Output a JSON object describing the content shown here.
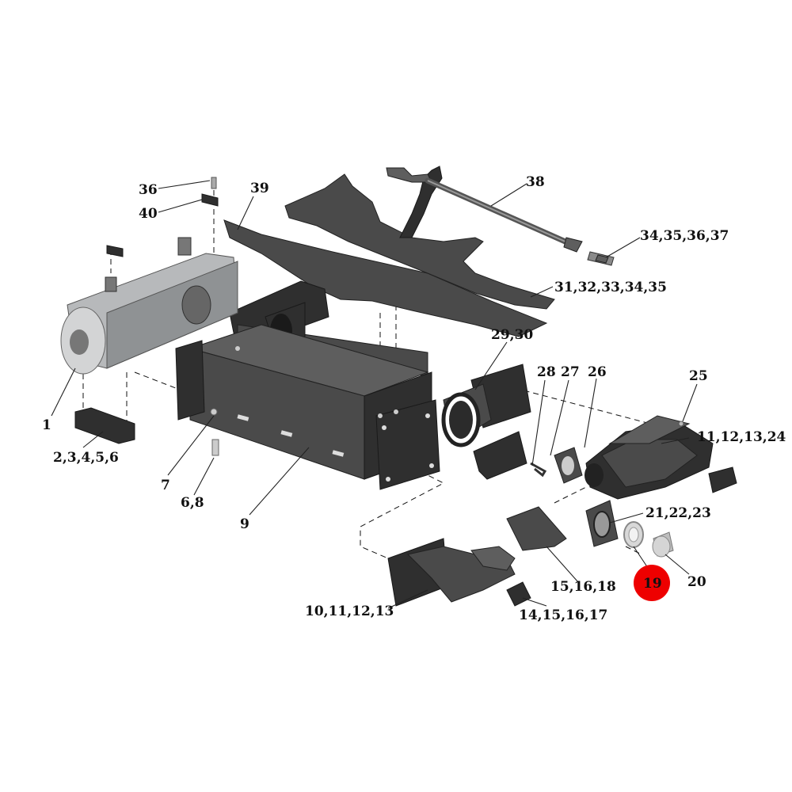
{
  "labels": {
    "l1": "1",
    "l2": "2,3,4,5,6",
    "l6": "6,8",
    "l7": "7",
    "l9": "9",
    "l10": "10,11,12,13",
    "l11": "11,12,13,24",
    "l14": "14,15,16,17",
    "l15": "15,16,18",
    "l19": "19",
    "l20": "20",
    "l21": "21,22,23",
    "l25": "25",
    "l26": "26",
    "l27": "27",
    "l28": "28",
    "l29": "29,30",
    "l31": "31,32,33,34,35",
    "l34": "34,35,36,37",
    "l36": "36",
    "l38": "38",
    "l39": "39",
    "l40": "40"
  },
  "colors": {
    "highlight": "#ee0000",
    "metal": "#4a4a4a",
    "gearbox": "#b7b9bb",
    "background": "#ffffff"
  },
  "highlighted_part": "19"
}
